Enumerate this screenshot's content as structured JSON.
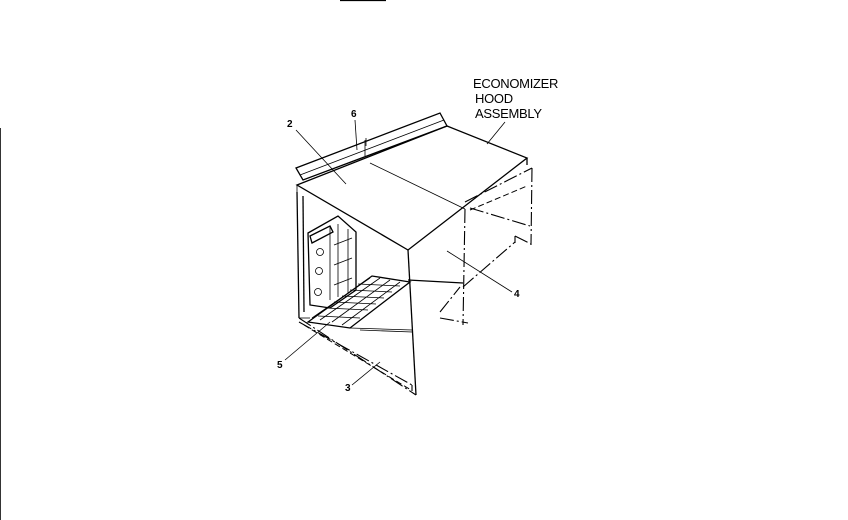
{
  "title_lines": [
    "ECONOMIZER",
    "HOOD",
    "ASSEMBLY"
  ],
  "callouts": [
    {
      "id": "2",
      "label": "2"
    },
    {
      "id": "6",
      "label": "6"
    },
    {
      "id": "4",
      "label": "4"
    },
    {
      "id": "5",
      "label": "5"
    },
    {
      "id": "3",
      "label": "3"
    }
  ]
}
